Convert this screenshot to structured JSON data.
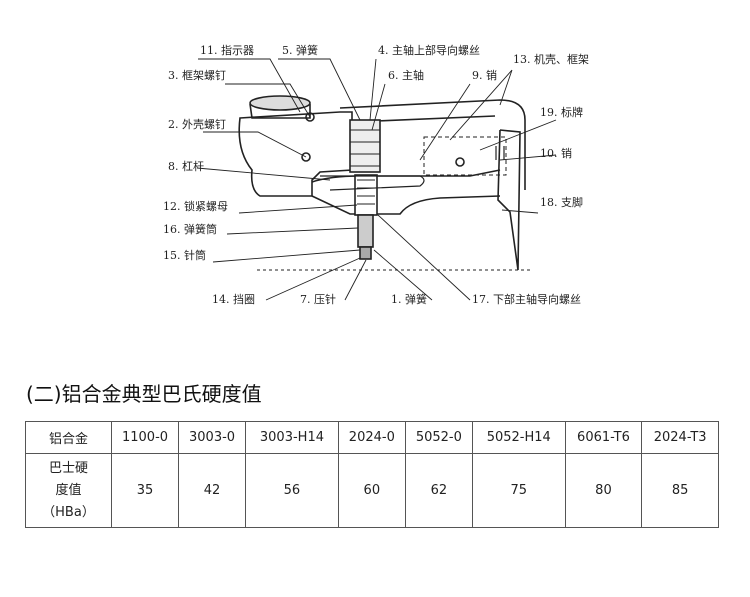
{
  "diagram": {
    "labels": {
      "l11": "11. 指示器",
      "l5": "5. 弹簧",
      "l4": "4. 主轴上部导向螺丝",
      "l13": "13. 机壳、框架",
      "l3": "3. 框架螺钉",
      "l6": "6. 主轴",
      "l9": "9. 销",
      "l19": "19. 标牌",
      "l2": "2. 外壳螺钉",
      "l10": "10. 销",
      "l8": "8. 杠杆",
      "l18": "18. 支脚",
      "l12": "12. 锁紧螺母",
      "l16": "16. 弹簧筒",
      "l15": "15. 针筒",
      "l14": "14. 挡圈",
      "l7": "7. 压针",
      "l1": "1. 弹簧",
      "l17": "17. 下部主轴导向螺丝"
    }
  },
  "section": {
    "title": "(二)铝合金典型巴氏硬度值"
  },
  "table": {
    "row_header": "铝合金",
    "value_header_lines": [
      "巴士硬",
      "度值",
      "（HBa）"
    ],
    "alloys": [
      "1100-0",
      "3003-0",
      "3003-H14",
      "2024-0",
      "5052-0",
      "5052-H14",
      "6061-T6",
      "2024-T3"
    ],
    "values": [
      "35",
      "42",
      "56",
      "60",
      "62",
      "75",
      "80",
      "85"
    ]
  }
}
